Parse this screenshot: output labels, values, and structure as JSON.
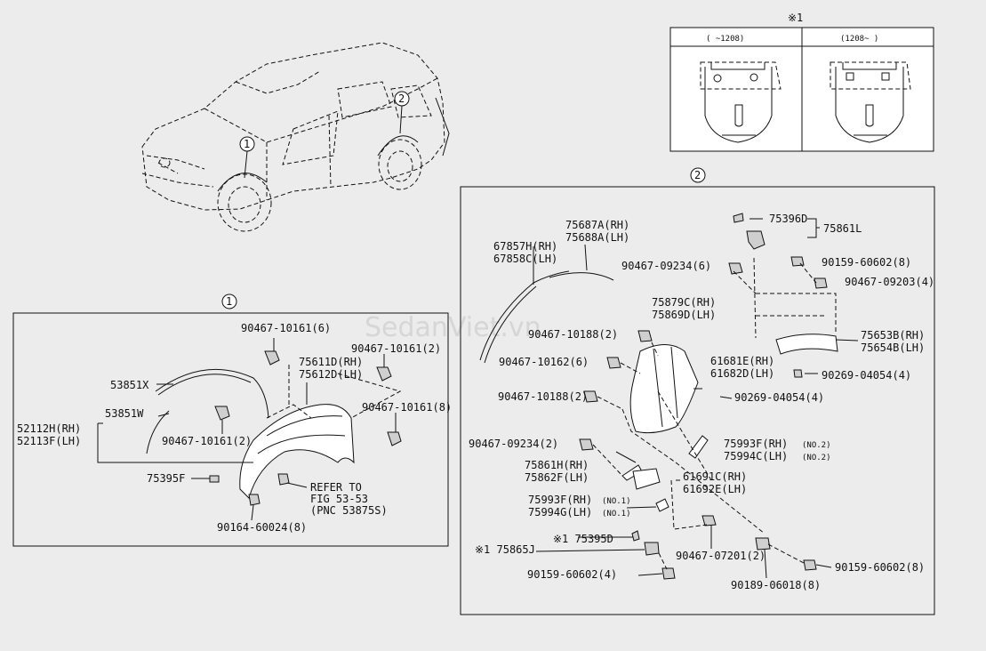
{
  "watermark": "SedanViet.vn",
  "callouts": {
    "one": "1",
    "two": "2"
  },
  "inset": {
    "title": "※1",
    "col_left": "(   ~1208)",
    "col_right": "(1208~   )"
  },
  "section1": {
    "labels": {
      "a": "90467-10161(6)",
      "b": "90467-10161(2)",
      "c1": "75611D(RH)",
      "c2": "75612D(LH)",
      "d": "53851X",
      "e": "53851W",
      "f1": "52112H(RH)",
      "f2": "52113F(LH)",
      "g": "90467-10161(8)",
      "h": "90467-10161(2)",
      "i": "75395F",
      "j1": "REFER TO",
      "j2": "FIG 53-53",
      "j3": "(PNC 53875S)",
      "k": "90164-60024(8)"
    }
  },
  "section2": {
    "labels": {
      "a": "75396D",
      "b": "75861L",
      "c1": "75687A(RH)",
      "c2": "75688A(LH)",
      "d1": "67857H(RH)",
      "d2": "67858C(LH)",
      "e": "90467-09234(6)",
      "f": "90159-60602(8)",
      "g": "90467-09203(4)",
      "h1": "75879C(RH)",
      "h2": "75869D(LH)",
      "i": "90467-10188(2)",
      "j1": "75653B(RH)",
      "j2": "75654B(LH)",
      "k": "90467-10162(6)",
      "l1": "61681E(RH)",
      "l2": "61682D(LH)",
      "m": "90269-04054(4)",
      "n": "90467-10188(2)",
      "o": "90269-04054(4)",
      "p": "90467-09234(2)",
      "q1": "75993F(RH)",
      "q2": "75994C(LH)",
      "q1n": "(NO.2)",
      "q2n": "(NO.2)",
      "r1": "75861H(RH)",
      "r2": "75862F(LH)",
      "s1": "61691C(RH)",
      "s2": "61692E(LH)",
      "t1": "75993F(RH)",
      "t2": "75994G(LH)",
      "t1n": "(NO.1)",
      "t2n": "(NO.1)",
      "u": "※1 75865J",
      "v": "※1 75395D",
      "w": "90467-07201(2)",
      "x": "90159-60602(8)",
      "y": "90159-60602(4)",
      "z": "90189-06018(8)"
    }
  }
}
